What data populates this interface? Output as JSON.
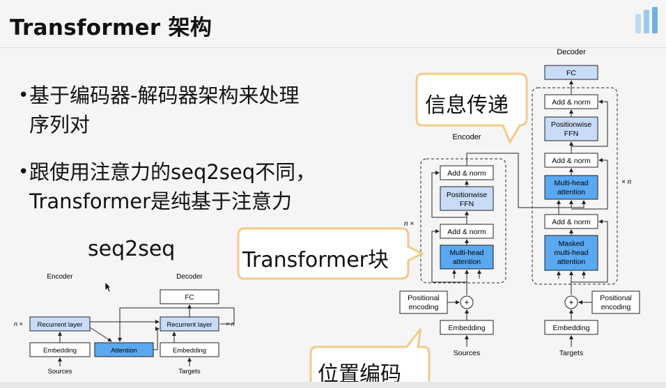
{
  "slide": {
    "title": "Transformer 架构",
    "bullets": [
      {
        "line1": "基于编码器-解码器架构来处理",
        "line2": "序列对"
      },
      {
        "line1": "跟使用注意力的seq2seq不同，",
        "line2": "Transformer是纯基于注意力"
      }
    ],
    "seq2seq_heading": "seq2seq"
  },
  "seq2seq_diagram": {
    "encoder_label": "Encoder",
    "decoder_label": "Decoder",
    "fc": "FC",
    "recurrent_layer": "Recurrent layer",
    "embedding": "Embedding",
    "attention": "Attention",
    "n_times": "n ×",
    "times_n": "× n",
    "sources": "Sources",
    "targets": "Targets"
  },
  "transformer_diagram": {
    "encoder_label": "Encoder",
    "decoder_label": "Decoder",
    "fc": "FC",
    "add_norm": "Add & norm",
    "positionwise_ffn_1": "Positionwise",
    "positionwise_ffn_2": "FFN",
    "multi_head_1": "Multi-head",
    "multi_head_2": "attention",
    "masked_1": "Masked",
    "masked_2": "multi-head",
    "masked_3": "attention",
    "positional_1": "Positional",
    "positional_2": "encoding",
    "embedding": "Embedding",
    "sources": "Sources",
    "targets": "Targets",
    "n_times": "n ×",
    "times_n": "× n",
    "plus": "+"
  },
  "callouts": {
    "info_transfer": "信息传递",
    "transformer_block": "Transformer块",
    "positional_encoding": "位置编码"
  },
  "colors": {
    "light_blue": "#c9dcf7",
    "mid_blue": "#5aa8f0",
    "callout_border": "#f3c98a"
  }
}
